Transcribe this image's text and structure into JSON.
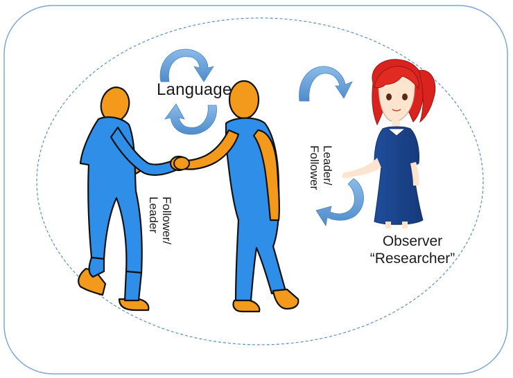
{
  "labels": {
    "language": "Language",
    "follower_leader": [
      "Follower/",
      "Leader"
    ],
    "leader_follower": [
      "Leader/",
      "Follower"
    ],
    "observer": [
      "Observer",
      "“Researcher”"
    ]
  },
  "colors": {
    "frame_stroke": "#7aa7d3",
    "ellipse_stroke": "#5b8fc6",
    "body_blue": "#2f8fe8",
    "limb_orange": "#f39a1c",
    "arrow_blue": "#6fa7de",
    "dress_blue": "#234c92",
    "hair_red": "#d8231e",
    "skin": "#fde4cf"
  },
  "icons": [
    "handshake-figures",
    "cycle-arrows-icon",
    "observer-girl-icon",
    "curved-arrow-icon"
  ]
}
